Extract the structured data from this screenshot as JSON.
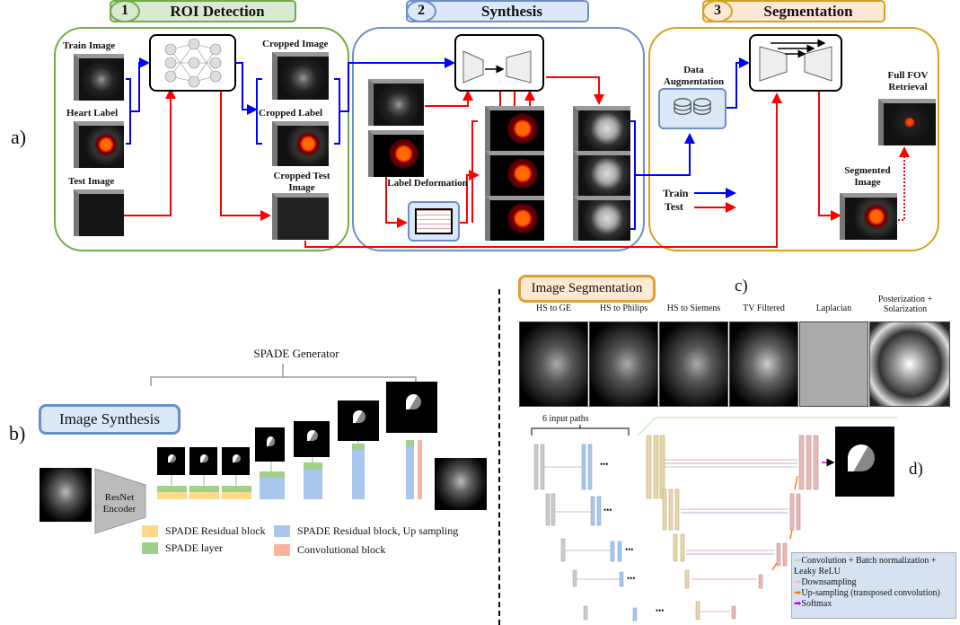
{
  "panel_labels": {
    "a": "a)",
    "b": "b)",
    "c": "c)",
    "d": "d)"
  },
  "stages": [
    {
      "num": "1",
      "title": "ROI Detection",
      "color": "#70ad47",
      "fill": "#d9ead3"
    },
    {
      "num": "2",
      "title": "Synthesis",
      "color": "#6b8fc7",
      "fill": "#dbe8f8"
    },
    {
      "num": "3",
      "title": "Segmentation",
      "color": "#d6a21e",
      "fill": "#fde9d4"
    }
  ],
  "roi": {
    "train_image": "Train Image",
    "heart_label": "Heart Label",
    "test_image": "Test Image",
    "cropped_image": "Cropped Image",
    "cropped_label": "Cropped Label",
    "cropped_test_image": "Cropped Test Image"
  },
  "synthesis": {
    "label_deformation": "Label Deformation"
  },
  "segmentation": {
    "data_augmentation": "Data Augmentation",
    "full_fov": "Full FOV Retrieval",
    "segmented_image": "Segmented Image"
  },
  "legend_a": {
    "train": "Train",
    "test": "Test",
    "train_color": "#0000ff",
    "test_color": "#ff0000"
  },
  "image_synthesis": {
    "title": "Image Synthesis",
    "generator": "SPADE Generator",
    "encoder": "ResNet Encoder",
    "legend": [
      {
        "label": "SPADE Residual block",
        "color": "#ffd98a"
      },
      {
        "label": "SPADE Residual block, Up sampling",
        "color": "#a9c6ec"
      },
      {
        "label": "SPADE layer",
        "color": "#9fd08c"
      },
      {
        "label": "Convolutional block",
        "color": "#f7b49a"
      }
    ]
  },
  "image_segmentation": {
    "title": "Image Segmentation",
    "columns": [
      "HS to GE",
      "HS to Philips",
      "HS to Siemens",
      "TV Filtered",
      "Laplacian",
      "Posterization + Solarization"
    ],
    "input_paths": "6 input paths",
    "legend": [
      {
        "label": "Convolution + Batch normalization + Leaky ReLU",
        "color": "#b8e0a8"
      },
      {
        "label": "Downsampling",
        "color": "#f8b8b8"
      },
      {
        "label": "Up-sampling (transposed convolution)",
        "color": "#ff8000"
      },
      {
        "label": "Softmax",
        "color": "#cc00cc"
      }
    ]
  }
}
